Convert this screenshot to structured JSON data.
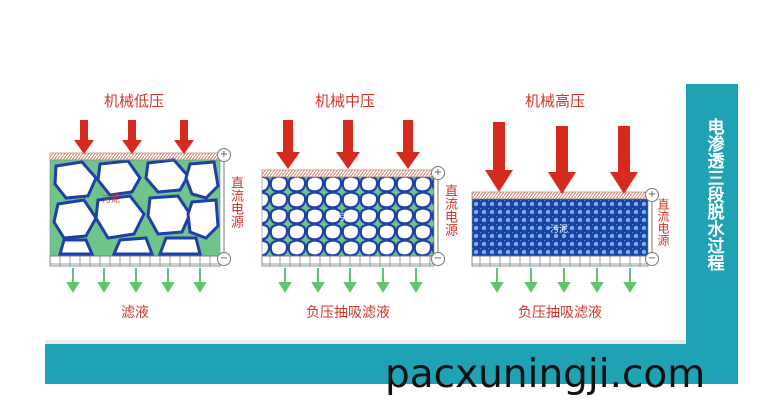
{
  "stages": [
    {
      "title": "机械低压",
      "filtrate": "滤液",
      "sludge": "污泥",
      "power_source": "直流电源"
    },
    {
      "title": "机械中压",
      "filtrate": "负压抽吸滤液",
      "sludge": "污泥",
      "power_source": "直流电源"
    },
    {
      "title": "机械高压",
      "filtrate": "负压抽吸滤液",
      "sludge": "污泥",
      "power_source": "直流电源"
    }
  ],
  "side_title": "电渗透三段脱水过程",
  "watermark": "pacxuningji.com",
  "symbols": {
    "plus": "+",
    "minus": "−"
  },
  "colors": {
    "banner": "#1fa2b4",
    "press_arrow": "#d72a1e",
    "drain_arrow": "#5fc76a",
    "particle": "#1f3fa8",
    "water": "#6fc48a",
    "label": "#d2352b"
  }
}
